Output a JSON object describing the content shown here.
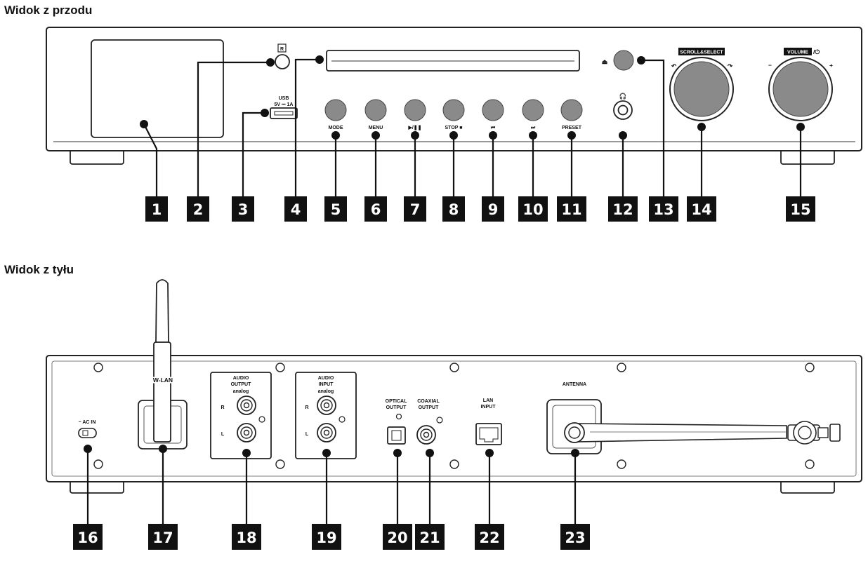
{
  "headings": {
    "front": "Widok z przodu",
    "back": "Widok z tyłu"
  },
  "front_labels": {
    "remote_sensor": "R",
    "usb_title": "USB",
    "usb_rating": "5V ⎓ 1A",
    "mode": "MODE",
    "menu": "MENU",
    "play_pause": "▶/❚❚",
    "stop": "STOP ■",
    "prev": "⏮",
    "next": "⏭",
    "preset": "PRESET",
    "headphones": "🎧",
    "eject": "⏏",
    "scroll_select": "SCROLL&SELECT",
    "volume": "VOLUME",
    "volume_power": "/⏻",
    "minus": "−",
    "plus": "+"
  },
  "back_labels": {
    "ac_in": "~ AC IN",
    "wlan": "W-LAN",
    "audio_output": "AUDIO",
    "audio_output_2": "OUTPUT",
    "analog_out": "analog",
    "audio_input": "AUDIO",
    "audio_input_2": "INPUT",
    "analog_in": "analog",
    "r1": "R",
    "l1": "L",
    "r2": "R",
    "l2": "L",
    "optical_1": "OPTICAL",
    "optical_2": "OUTPUT",
    "coaxial_1": "COAXIAL",
    "coaxial_2": "OUTPUT",
    "lan_1": "LAN",
    "lan_2": "INPUT",
    "antenna": "ANTENNA"
  },
  "front_callouts": [
    "1",
    "2",
    "3",
    "4",
    "5",
    "6",
    "7",
    "8",
    "9",
    "10",
    "11",
    "12",
    "13",
    "14",
    "15"
  ],
  "back_callouts": [
    "16",
    "17",
    "18",
    "19",
    "20",
    "21",
    "22",
    "23"
  ]
}
